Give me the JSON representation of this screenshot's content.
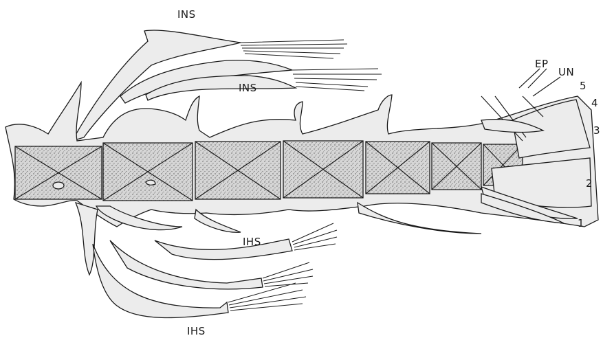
{
  "labels": {
    "ins_top": "INS",
    "ins_mid": "INS",
    "ihs_mid": "IHS",
    "ihs_bottom": "IHS",
    "ep": "EP",
    "un": "UN"
  },
  "hypural_numbers": [
    "1",
    "2",
    "3",
    "4",
    "5"
  ]
}
